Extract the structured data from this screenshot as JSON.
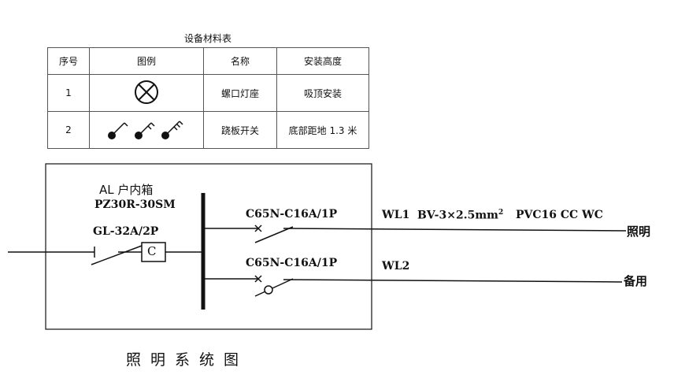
{
  "table": {
    "title": "设备材料表",
    "headers": [
      "序号",
      "图例",
      "名称",
      "安装高度"
    ],
    "rows": [
      {
        "no": "1",
        "legend_icon": "lamp-holder-symbol",
        "name": "螺口灯座",
        "height": "吸顶安装"
      },
      {
        "no": "2",
        "legend_icon": "switch-symbols",
        "name": "跷板开关",
        "height": "底部距地 1.3 米"
      }
    ]
  },
  "panel": {
    "line1": "AL 户内箱",
    "line2": "PZ30R-30SM"
  },
  "main_breaker": "GL-32A/2P",
  "main_breaker_symbol": "C",
  "circuits": [
    {
      "breaker": "C65N-C16A/1P",
      "id": "WL1",
      "cable": "BV-3×2.5mm",
      "cable_sup": "2",
      "conduit": "PVC16 CC WC",
      "use": "照明"
    },
    {
      "breaker": "C65N-C16A/1P",
      "id": "WL2",
      "use": "备用"
    }
  ],
  "diagram_title": "照明系统图"
}
